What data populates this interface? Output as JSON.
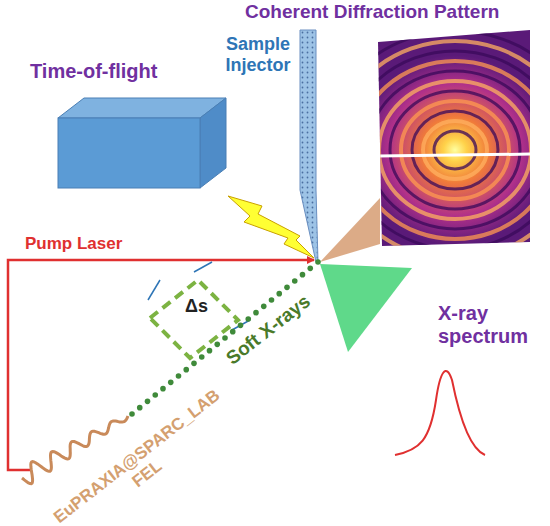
{
  "diagram": {
    "nodes": [
      {
        "text": [
          "Coherent Diffraction Pattern"
        ]
      },
      {
        "text": [
          "Time-of-flight"
        ]
      },
      {
        "text": [
          "Sample Injector"
        ]
      },
      {
        "text": [
          "X-ray spectrum"
        ]
      }
    ],
    "labels": [
      "Pump Laser",
      "Δs",
      "Soft X-rays",
      "EuPRAXIA@SPARC_LAB FEL"
    ]
  }
}
